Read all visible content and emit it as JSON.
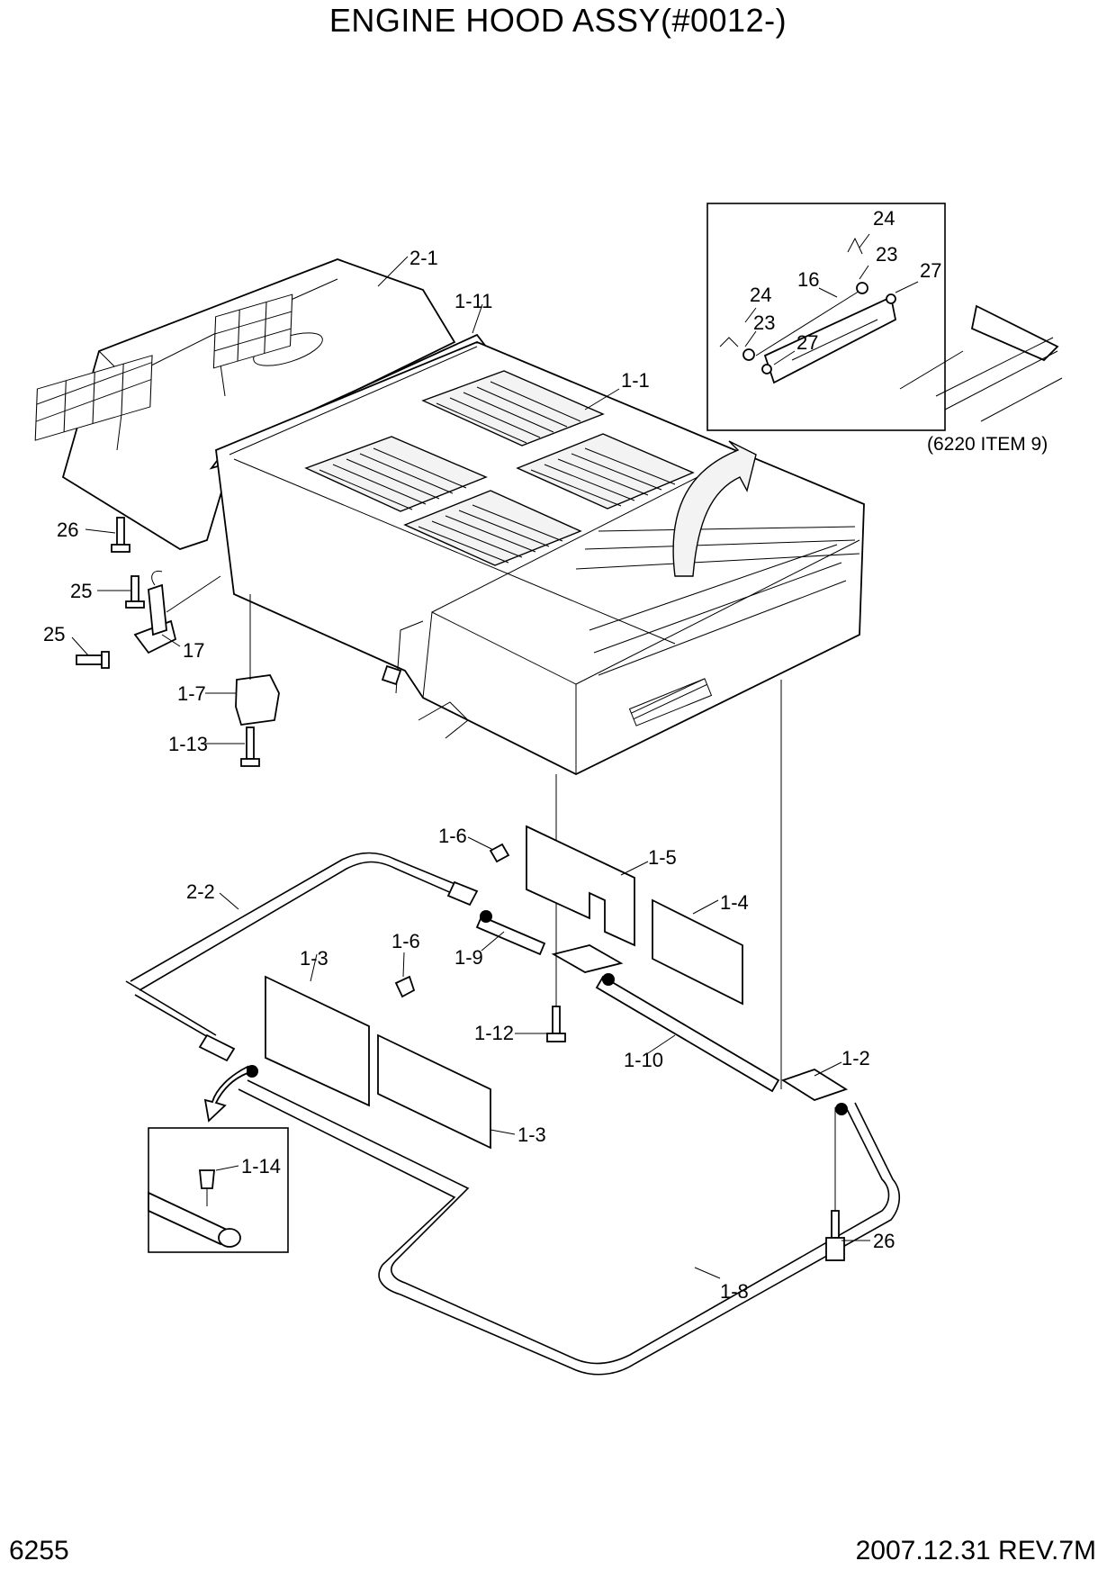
{
  "header": {
    "title": "ENGINE HOOD ASSY(#0012-)"
  },
  "footer": {
    "page_number": "6255",
    "revision": "2007.12.31 REV.7M"
  },
  "detail_reference": "(6220 ITEM 9)",
  "callouts": {
    "c_2_1": "2-1",
    "c_1_11": "1-11",
    "c_1_1": "1-1",
    "c_26_top": "26",
    "c_25_a": "25",
    "c_25_b": "25",
    "c_17": "17",
    "c_1_7": "1-7",
    "c_1_13": "1-13",
    "c_1_6_a": "1-6",
    "c_1_5": "1-5",
    "c_2_2": "2-2",
    "c_1_4": "1-4",
    "c_1_9": "1-9",
    "c_1_3_a": "1-3",
    "c_1_6_b": "1-6",
    "c_1_12": "1-12",
    "c_1_10": "1-10",
    "c_1_2": "1-2",
    "c_1_3_b": "1-3",
    "c_1_14": "1-14",
    "c_26_bottom": "26",
    "c_1_8": "1-8",
    "c_24_a": "24",
    "c_23_a": "23",
    "c_16": "16",
    "c_27_a": "27",
    "c_24_b": "24",
    "c_23_b": "23",
    "c_27_b": "27"
  }
}
